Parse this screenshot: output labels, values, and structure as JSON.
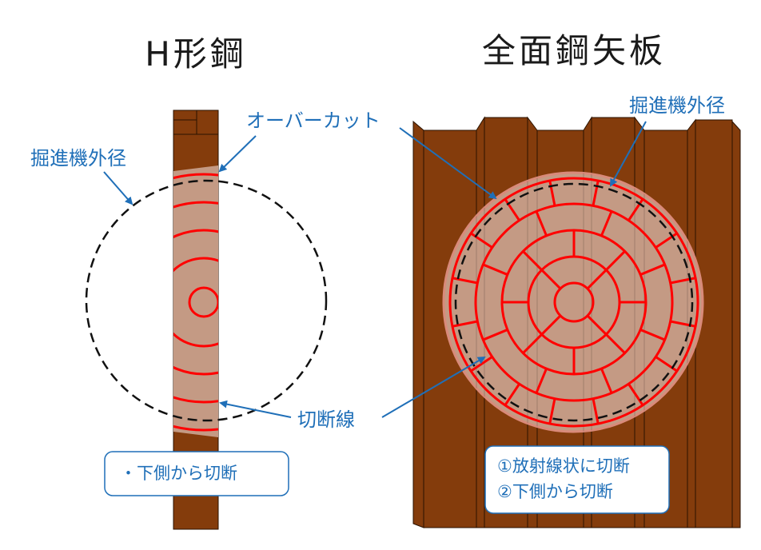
{
  "titles": {
    "left": "H形鋼",
    "right": "全面鋼矢板"
  },
  "labels": {
    "cutter_outer_diameter": "掘進機外径",
    "overcut": "オーバーカット",
    "cut_line": "切断線"
  },
  "notes": {
    "left": "・下側から切断",
    "right_line1": "①放射線状に切断",
    "right_line2": "②下側から切断"
  },
  "colors": {
    "steel": "#843c0c",
    "cut_zone": "#c49a84",
    "cut_line": "#ff0000",
    "label_text": "#1f6fb8",
    "arrow": "#1f6fb8"
  }
}
